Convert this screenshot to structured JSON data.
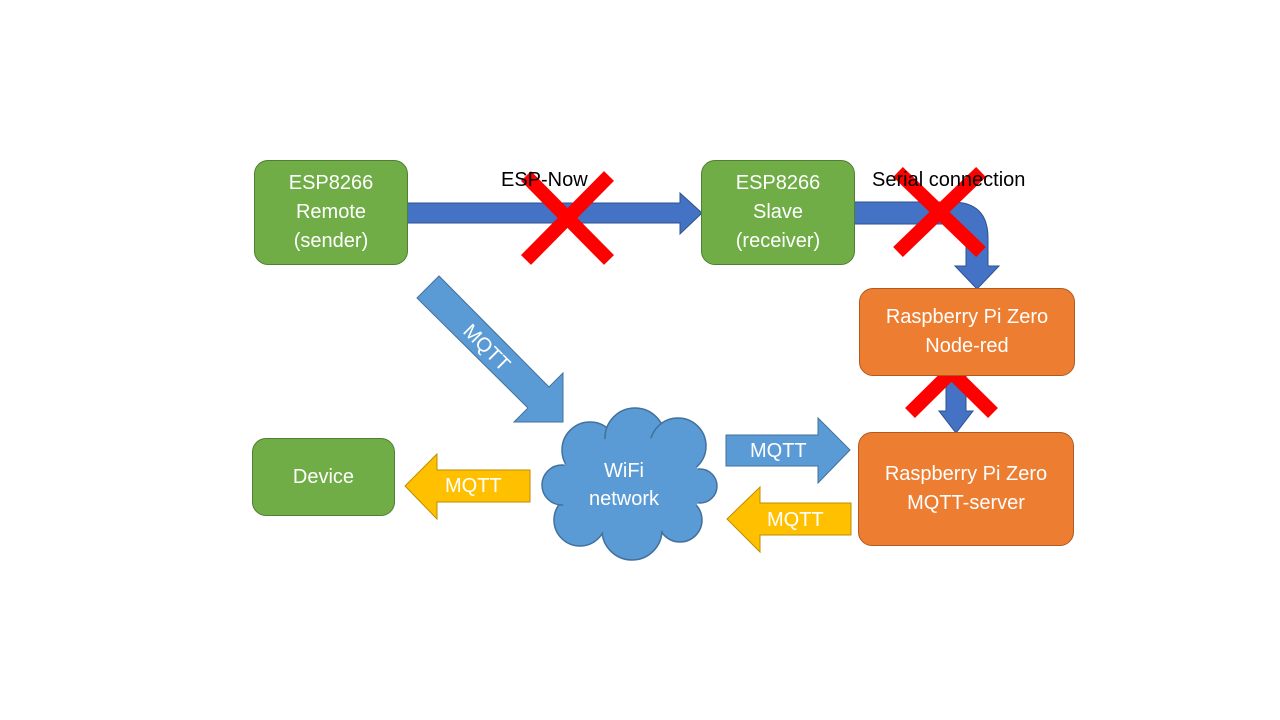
{
  "nodes": {
    "esp_remote": {
      "lines": [
        "ESP8266",
        "Remote",
        "(sender)"
      ],
      "color": "#70ad47"
    },
    "esp_slave": {
      "lines": [
        "ESP8266",
        "Slave",
        "(receiver)"
      ],
      "color": "#70ad47"
    },
    "rpi_nodered": {
      "lines": [
        "Raspberry Pi Zero",
        "Node-red"
      ],
      "color": "#ed7d31"
    },
    "rpi_mqtt": {
      "lines": [
        "Raspberry Pi Zero",
        "MQTT-server"
      ],
      "color": "#ed7d31"
    },
    "device": {
      "lines": [
        "Device"
      ],
      "color": "#70ad47"
    },
    "wifi": {
      "lines": [
        "WiFi",
        "network"
      ],
      "color": "#5b9bd5"
    }
  },
  "edges": {
    "esp_now": {
      "label": "ESP-Now",
      "color": "#4472c4",
      "crossed": true
    },
    "serial": {
      "label": "Serial connection",
      "color": "#4472c4",
      "crossed": true
    },
    "nodered_to_mqtt": {
      "label": "",
      "color": "#4472c4",
      "crossed": true
    },
    "remote_to_wifi": {
      "label": "MQTT",
      "color": "#5b9bd5"
    },
    "wifi_to_server": {
      "label": "MQTT",
      "color": "#5b9bd5"
    },
    "server_to_wifi": {
      "label": "MQTT",
      "color": "#ffc000"
    },
    "wifi_to_device": {
      "label": "MQTT",
      "color": "#ffc000"
    }
  },
  "cross_color": "#ff0000"
}
